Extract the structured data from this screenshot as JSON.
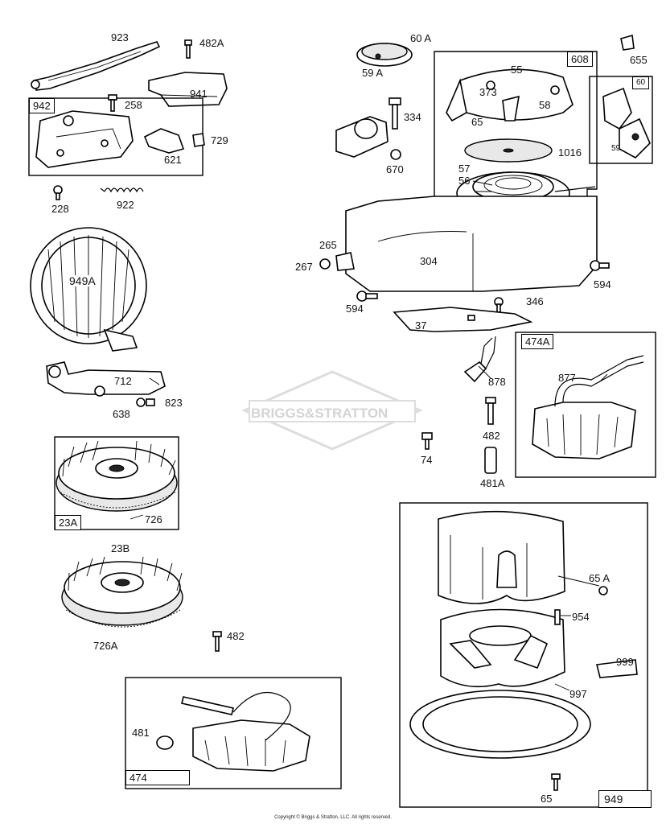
{
  "watermark": "BRIGGS&STRATTON",
  "copyright": "Copyright © Briggs & Stratton, LLC. All rights reserved.",
  "labels": {
    "p923": "923",
    "p482A": "482A",
    "p942": "942",
    "p941": "941",
    "p258": "258",
    "p729": "729",
    "p621": "621",
    "p228": "228",
    "p922": "922",
    "p949A": "949A",
    "p712": "712",
    "p638": "638",
    "p823": "823",
    "p23A": "23A",
    "p726": "726",
    "p23B": "23B",
    "p726A": "726A",
    "p482b": "482",
    "p481": "481",
    "p474": "474",
    "p60A": "60 A",
    "p59A": "59 A",
    "p608": "608",
    "p655": "655",
    "p55": "55",
    "p373": "373",
    "p58": "58",
    "p65a": "65",
    "p60": "60",
    "p59": "59",
    "p334": "334",
    "p670": "670",
    "p1016": "1016",
    "p57": "57",
    "p56": "56",
    "p265": "265",
    "p267": "267",
    "p304": "304",
    "p594a": "594",
    "p594b": "594",
    "p346": "346",
    "p37": "37",
    "p474A": "474A",
    "p877": "877",
    "p878": "878",
    "p482": "482",
    "p74": "74",
    "p481A": "481A",
    "p65A": "65 A",
    "p954": "954",
    "p999": "999",
    "p997": "997",
    "p65b": "65",
    "p949": "949"
  }
}
